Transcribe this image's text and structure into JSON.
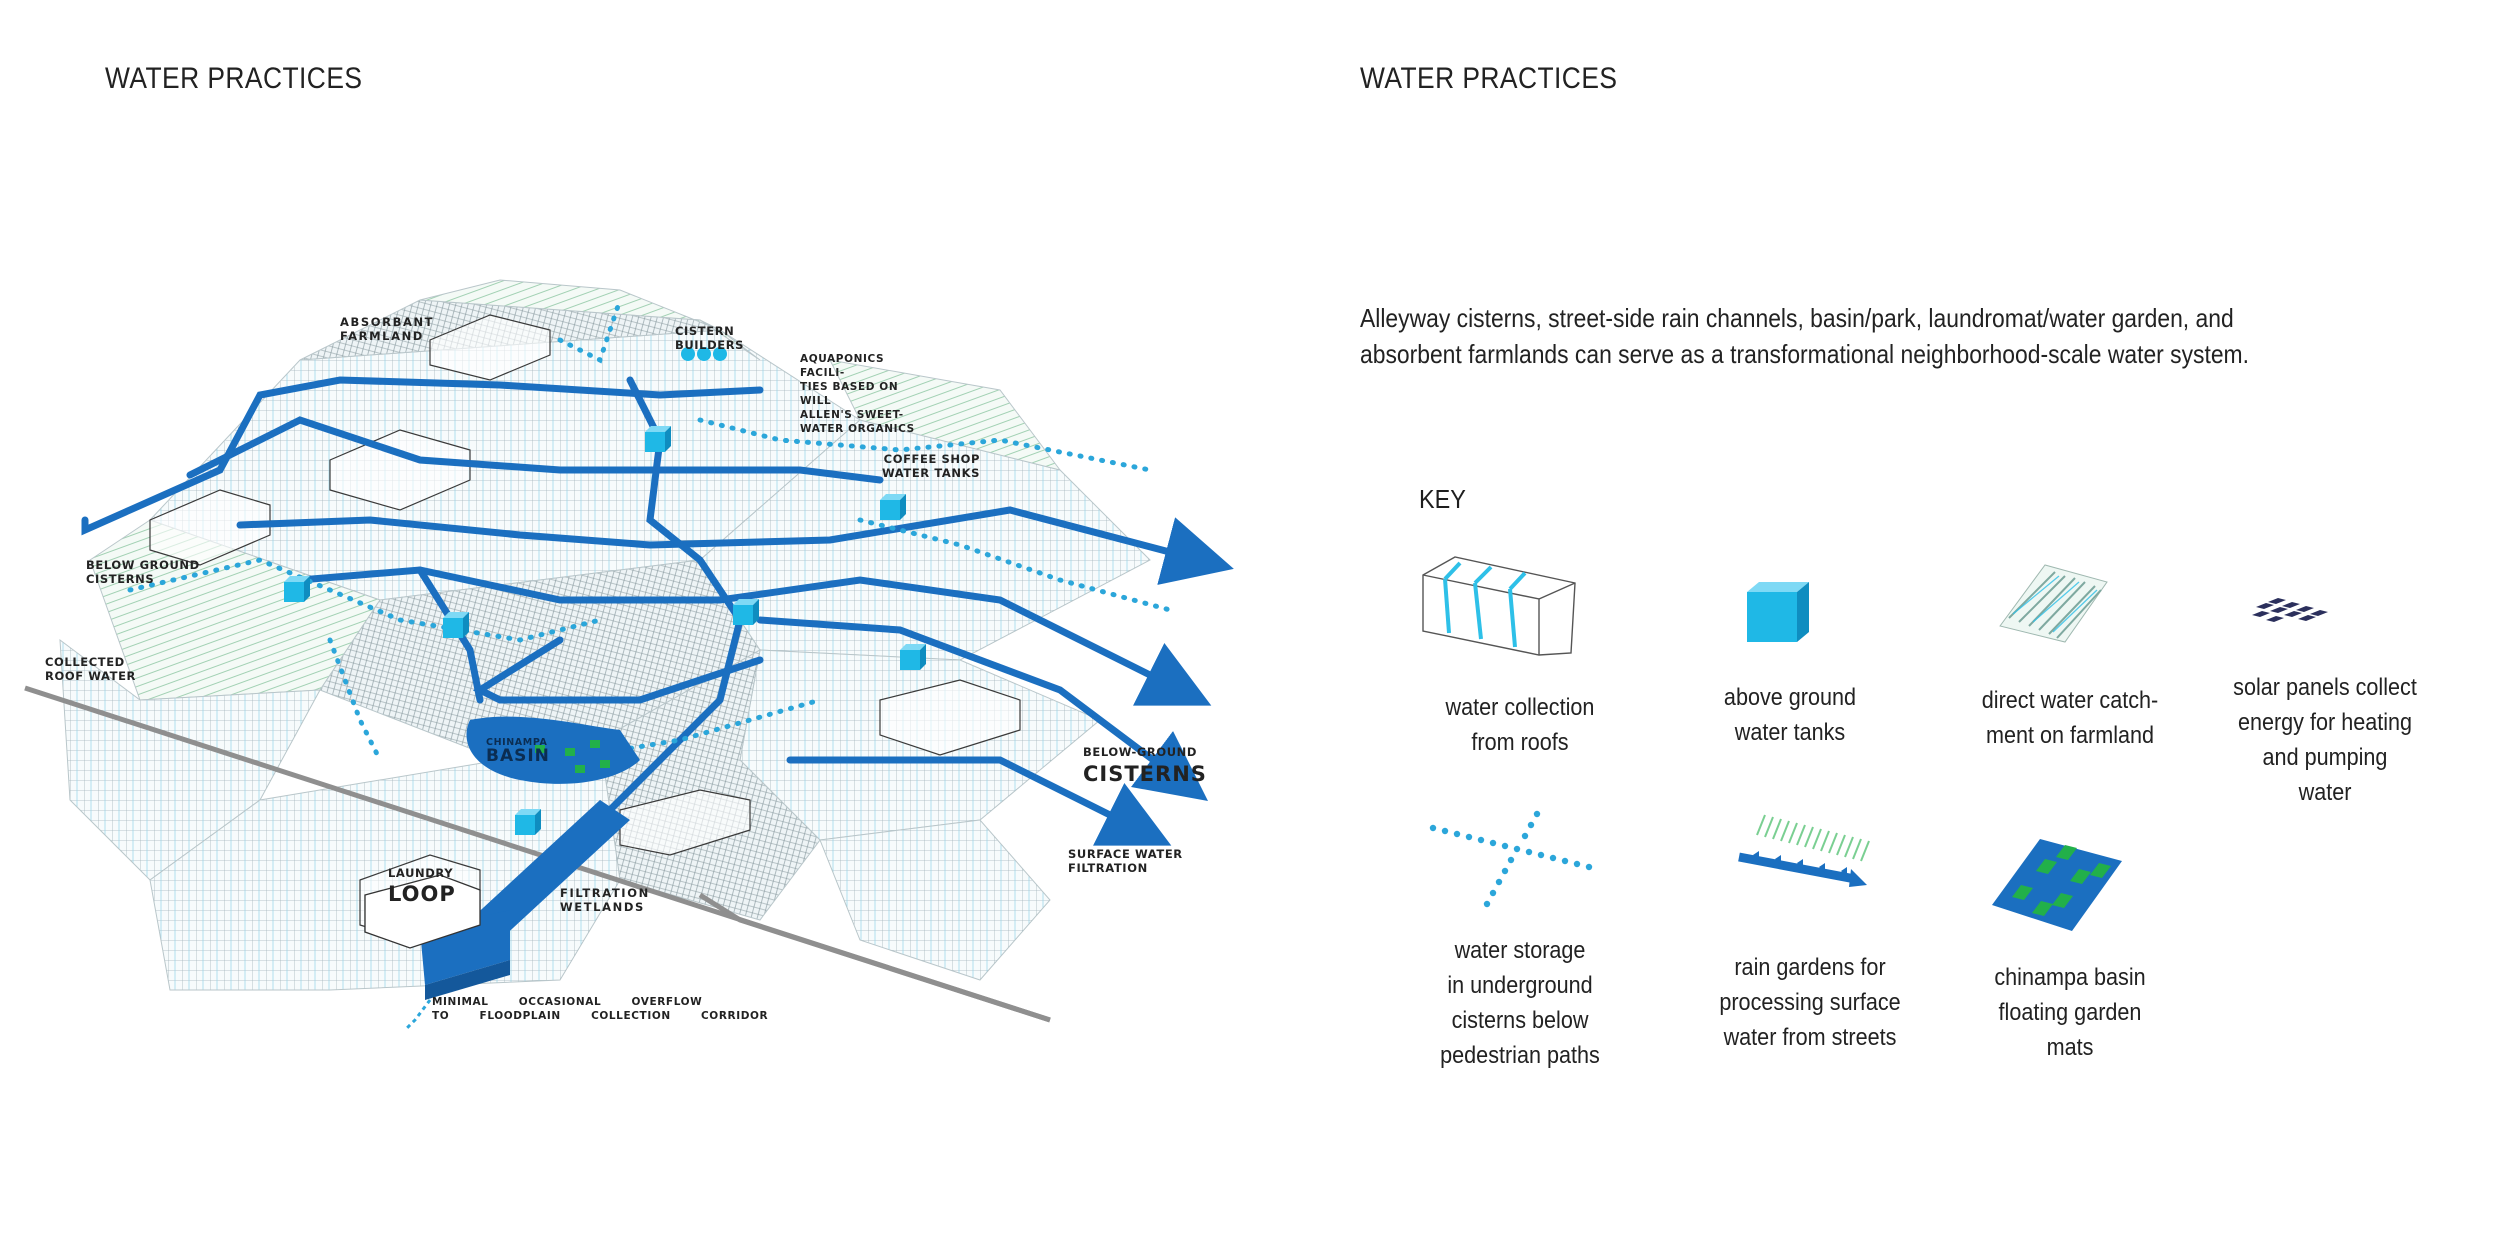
{
  "left_panel": {
    "heading": "WATER PRACTICES",
    "map_labels": {
      "absorbant_farmland": "ABSORBANT\nFARMLAND",
      "cistern_builders": "CISTERN\nBUILDERS",
      "aquaponics": "AQUAPONICS FACILI-\nTIES BASED ON WILL\nALLEN'S SWEET-\nWATER ORGANICS",
      "coffee_shop": "COFFEE SHOP\nWATER TANKS",
      "below_ground_cisterns_left": "BELOW GROUND\nCISTERNS",
      "collected_roof_water": "COLLECTED\nROOF WATER",
      "chinampa_small": "CHINAMPA",
      "chinampa_basin": "BASIN",
      "below_ground_right_small": "BELOW-GROUND",
      "below_ground_right_big": "CISTERNS",
      "surface_water": "SURFACE WATER\nFILTRATION",
      "laundry_small": "LAUNDRY",
      "laundry_big": "LOOP",
      "filtration_wetlands": "FILTRATION\nWETLANDS",
      "minimal_overflow": "MINIMAL OCCASIONAL OVERFLOW\nTO FLOODPLAIN COLLECTION CORRIDOR"
    }
  },
  "right_panel": {
    "heading": "WATER PRACTICES",
    "intro": "Alleyway cisterns, street-side rain channels, basin/park, laundromat/water garden, and absorbent farmlands can serve as a transformational neighborhood-scale water system.",
    "key_title": "KEY",
    "key_items": [
      {
        "icon": "roof-collection-icon",
        "label": "water collection\nfrom roofs"
      },
      {
        "icon": "water-tank-icon",
        "label": "above ground\nwater tanks"
      },
      {
        "icon": "farmland-catchment-icon",
        "label": "direct water catch-\nment on farmland"
      },
      {
        "icon": "solar-panel-icon",
        "label": "solar panels collect\nenergy for heating\nand pumping\nwater"
      },
      {
        "icon": "underground-cistern-icon",
        "label": "water storage\nin underground\ncisterns below\npedestrian paths"
      },
      {
        "icon": "rain-garden-icon",
        "label": "rain gardens for\nprocessing surface\nwater from streets"
      },
      {
        "icon": "chinampa-basin-icon",
        "label": "chinampa basin\nfloating garden\nmats"
      }
    ]
  },
  "colors": {
    "water_blue": "#1b6fc0",
    "cyan": "#1fb8e6",
    "green": "#22b04a",
    "navy": "#2b2f5c",
    "road_gray": "#8f8f8f"
  }
}
